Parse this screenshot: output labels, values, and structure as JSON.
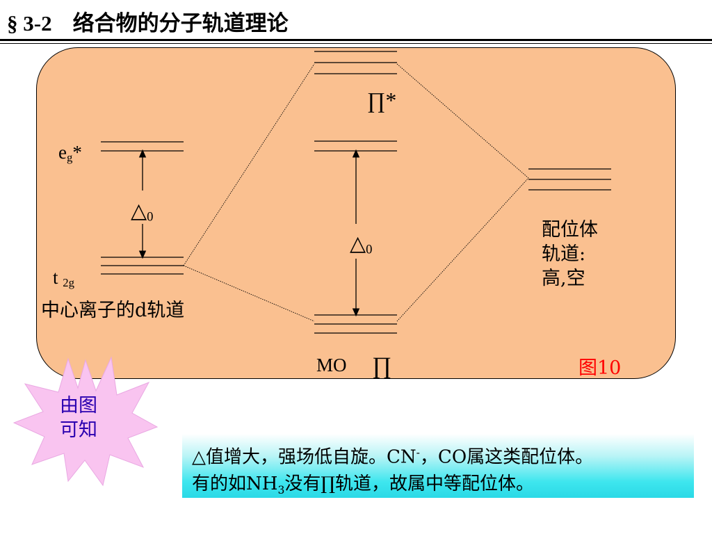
{
  "title": {
    "section": "§ 3-2",
    "text": "络合物的分子轨道理论"
  },
  "diagram": {
    "eg_label": {
      "main": "e",
      "sub": "g",
      "suffix": "*"
    },
    "t2g_label": {
      "main": "t",
      "sub": "2g"
    },
    "delta_left": {
      "main": "△",
      "sub": "0"
    },
    "delta_mid": {
      "main": "△",
      "sub": "0"
    },
    "pi_star_label": "∏*",
    "center_ion_label": "中心离子的d轨道",
    "mo_label": "MO",
    "pi_label": "∏",
    "ligand_label": [
      "配位体",
      "轨道:",
      "高,空"
    ],
    "figure_label": "图10"
  },
  "callout": {
    "lines": [
      "由图",
      "可知"
    ]
  },
  "note": {
    "line1_prefix": "△值增大，强场低自旋。CN",
    "line1_sup": "-",
    "line1_suffix": "，CO属这类配位体。",
    "line2_prefix": "有的如NH",
    "line2_sub": "3",
    "line2_suffix": "没有∏轨道，故属中等配位体。"
  },
  "colors": {
    "panel": "#fac090",
    "callout_text": "#2a00b0",
    "figure_label": "#ff0000",
    "starburst": "#f9c4f0",
    "note_bg": "#3ee6ee"
  }
}
